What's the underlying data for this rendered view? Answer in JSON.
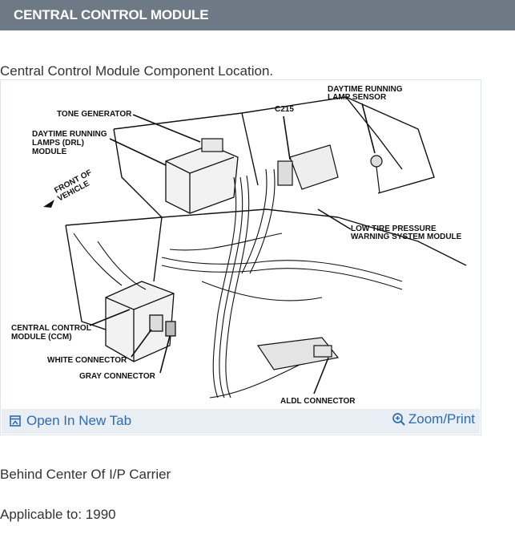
{
  "header": {
    "title": "CENTRAL CONTROL MODULE"
  },
  "caption": "Central Control Module Component Location.",
  "diagram": {
    "labels": {
      "tone_generator": "TONE GENERATOR",
      "drl_line1": "DAYTIME RUNNING",
      "drl_line2": "LAMPS (DRL)",
      "drl_line3": "MODULE",
      "front_line1": "FRONT OF",
      "front_line2": "VEHICLE",
      "c215": "C215",
      "drl_sensor_line1": "DAYTIME RUNNING",
      "drl_sensor_line2": "LAMP SENSOR",
      "low_tire_line1": "LOW TIRE PRESSURE",
      "low_tire_line2": "WARNING SYSTEM MODULE",
      "ccm_line1": "CENTRAL CONTROL",
      "ccm_line2": "MODULE (CCM)",
      "white_connector": "WHITE CONNECTOR",
      "gray_connector": "GRAY CONNECTOR",
      "aldl_connector": "ALDL CONNECTOR"
    }
  },
  "toolbar": {
    "open_label": "Open In New Tab",
    "zoom_label": "Zoom/Print",
    "open_icon": "external-tab-icon",
    "zoom_icon": "magnifier-plus-icon"
  },
  "location_text": "Behind Center Of I/P Carrier",
  "applicable_text": "Applicable to: 1990",
  "colors": {
    "header_bg": "#6d7a86",
    "link": "#2b6cb5",
    "toolbar_bg": "#e9eef4"
  }
}
